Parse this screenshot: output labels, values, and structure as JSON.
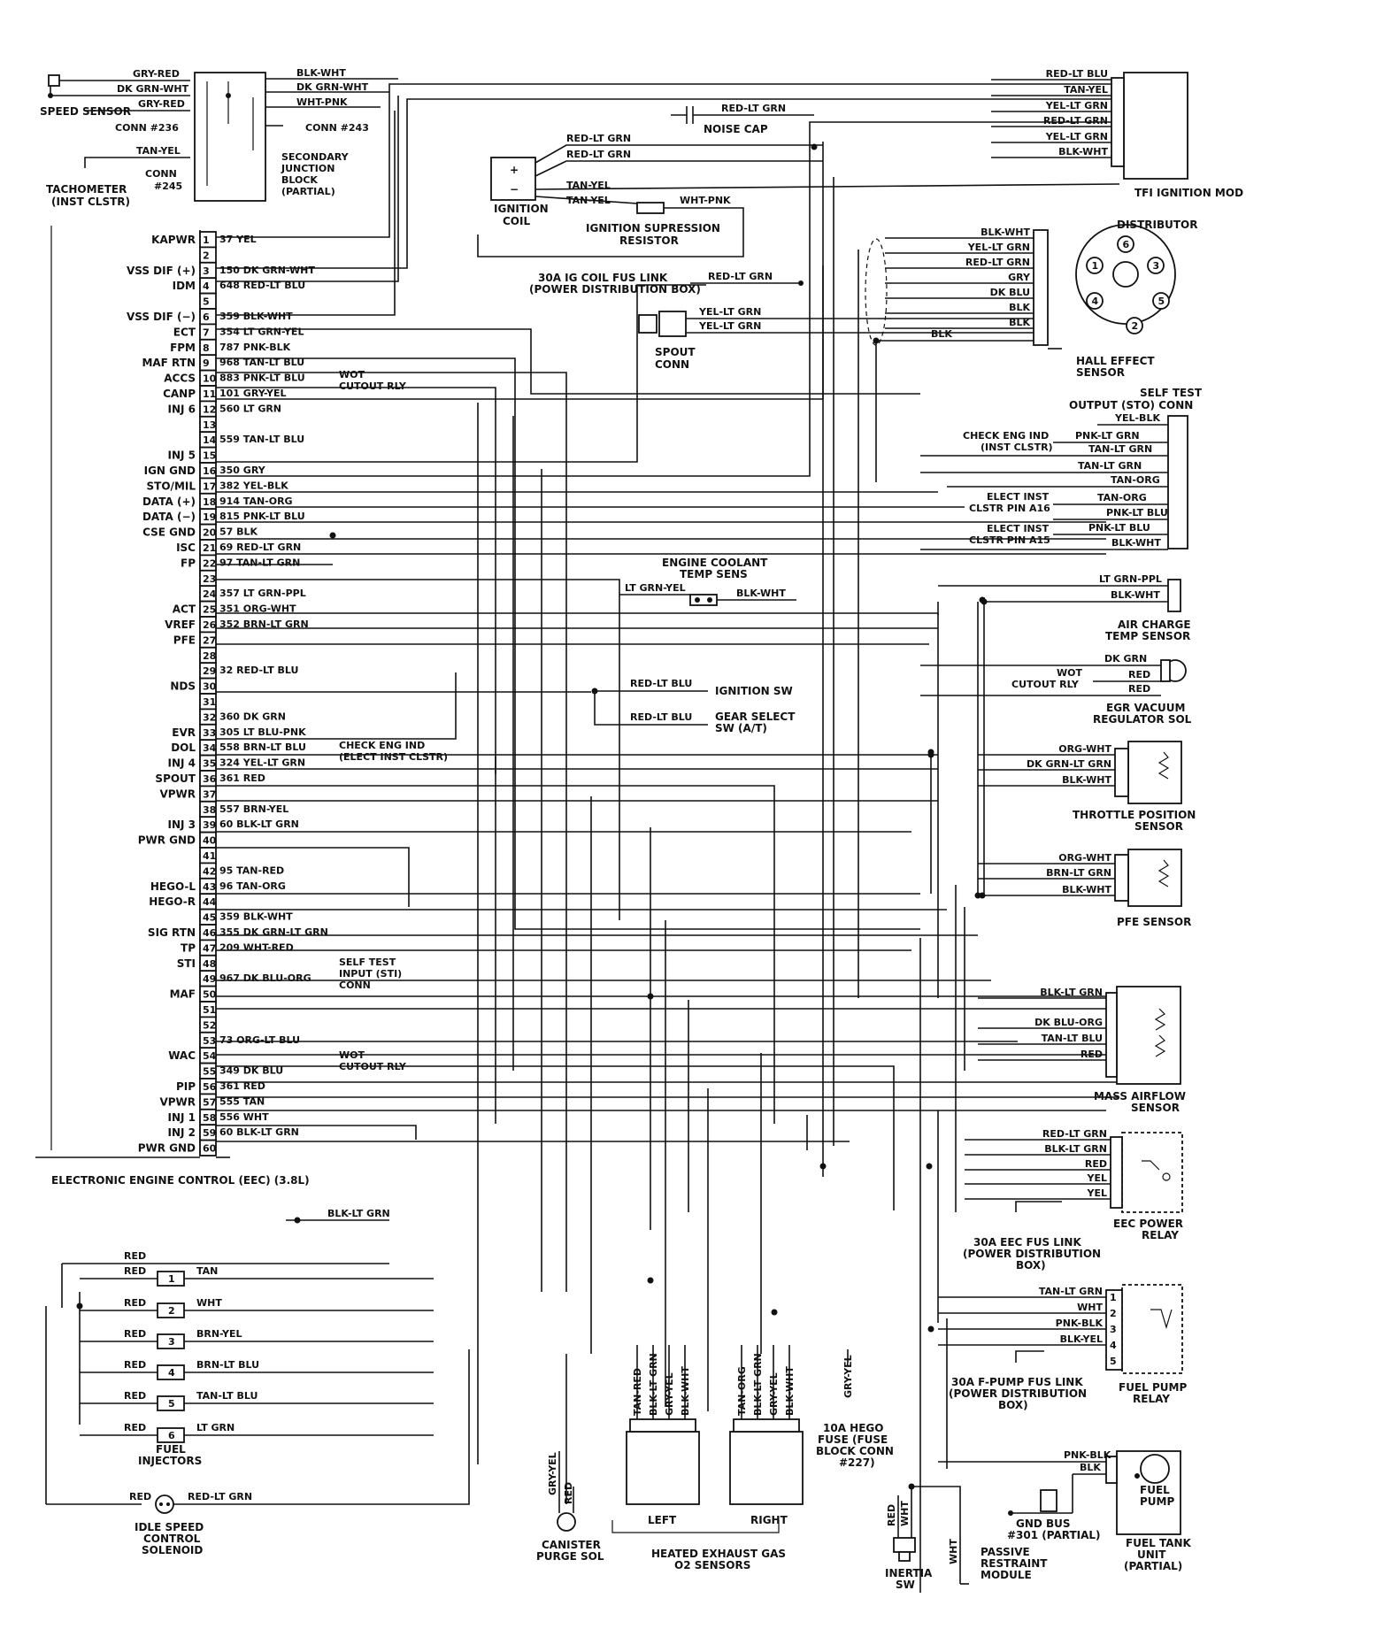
{
  "eec": {
    "title": "ELECTRONIC ENGINE CONTROL (EEC) (3.8L)",
    "pins": [
      {
        "n": "1",
        "fn": "KAPWR",
        "wire": "37 YEL"
      },
      {
        "n": "2",
        "fn": "",
        "wire": ""
      },
      {
        "n": "3",
        "fn": "VSS DIF (+)",
        "wire": "150 DK GRN-WHT"
      },
      {
        "n": "4",
        "fn": "IDM",
        "wire": "648 RED-LT BLU"
      },
      {
        "n": "5",
        "fn": "",
        "wire": ""
      },
      {
        "n": "6",
        "fn": "VSS DIF (−)",
        "wire": "359 BLK-WHT"
      },
      {
        "n": "7",
        "fn": "ECT",
        "wire": "354 LT GRN-YEL"
      },
      {
        "n": "8",
        "fn": "FPM",
        "wire": "787 PNK-BLK"
      },
      {
        "n": "9",
        "fn": "MAF RTN",
        "wire": "968 TAN-LT BLU"
      },
      {
        "n": "10",
        "fn": "ACCS",
        "wire": "883 PNK-LT BLU"
      },
      {
        "n": "11",
        "fn": "CANP",
        "wire": "101 GRY-YEL"
      },
      {
        "n": "12",
        "fn": "INJ 6",
        "wire": "560 LT GRN"
      },
      {
        "n": "13",
        "fn": "",
        "wire": ""
      },
      {
        "n": "14",
        "fn": "",
        "wire": "559 TAN-LT BLU"
      },
      {
        "n": "15",
        "fn": "INJ 5",
        "wire": ""
      },
      {
        "n": "16",
        "fn": "IGN GND",
        "wire": "350 GRY"
      },
      {
        "n": "17",
        "fn": "STO/MIL",
        "wire": "382 YEL-BLK"
      },
      {
        "n": "18",
        "fn": "DATA (+)",
        "wire": "914 TAN-ORG"
      },
      {
        "n": "19",
        "fn": "DATA (−)",
        "wire": "815 PNK-LT BLU"
      },
      {
        "n": "20",
        "fn": "CSE GND",
        "wire": "57 BLK"
      },
      {
        "n": "21",
        "fn": "ISC",
        "wire": "69 RED-LT GRN"
      },
      {
        "n": "22",
        "fn": "FP",
        "wire": "97 TAN-LT GRN"
      },
      {
        "n": "23",
        "fn": "",
        "wire": ""
      },
      {
        "n": "24",
        "fn": "",
        "wire": "357 LT GRN-PPL"
      },
      {
        "n": "25",
        "fn": "ACT",
        "wire": "351 ORG-WHT"
      },
      {
        "n": "26",
        "fn": "VREF",
        "wire": "352 BRN-LT GRN"
      },
      {
        "n": "27",
        "fn": "PFE",
        "wire": ""
      },
      {
        "n": "28",
        "fn": "",
        "wire": ""
      },
      {
        "n": "29",
        "fn": "",
        "wire": "32 RED-LT BLU"
      },
      {
        "n": "30",
        "fn": "NDS",
        "wire": ""
      },
      {
        "n": "31",
        "fn": "",
        "wire": ""
      },
      {
        "n": "32",
        "fn": "",
        "wire": "360 DK GRN"
      },
      {
        "n": "33",
        "fn": "EVR",
        "wire": "305 LT BLU-PNK"
      },
      {
        "n": "34",
        "fn": "DOL",
        "wire": "558 BRN-LT BLU"
      },
      {
        "n": "35",
        "fn": "INJ 4",
        "wire": "324 YEL-LT GRN"
      },
      {
        "n": "36",
        "fn": "SPOUT",
        "wire": "361 RED"
      },
      {
        "n": "37",
        "fn": "VPWR",
        "wire": ""
      },
      {
        "n": "38",
        "fn": "",
        "wire": "557 BRN-YEL"
      },
      {
        "n": "39",
        "fn": "INJ 3",
        "wire": "60 BLK-LT GRN"
      },
      {
        "n": "40",
        "fn": "PWR GND",
        "wire": ""
      },
      {
        "n": "41",
        "fn": "",
        "wire": ""
      },
      {
        "n": "42",
        "fn": "",
        "wire": "95 TAN-RED"
      },
      {
        "n": "43",
        "fn": "HEGO-L",
        "wire": "96 TAN-ORG"
      },
      {
        "n": "44",
        "fn": "HEGO-R",
        "wire": ""
      },
      {
        "n": "45",
        "fn": "",
        "wire": "359 BLK-WHT"
      },
      {
        "n": "46",
        "fn": "SIG RTN",
        "wire": "355 DK GRN-LT GRN"
      },
      {
        "n": "47",
        "fn": "TP",
        "wire": "209 WHT-RED"
      },
      {
        "n": "48",
        "fn": "STI",
        "wire": ""
      },
      {
        "n": "49",
        "fn": "",
        "wire": "967 DK BLU-ORG"
      },
      {
        "n": "50",
        "fn": "MAF",
        "wire": ""
      },
      {
        "n": "51",
        "fn": "",
        "wire": ""
      },
      {
        "n": "52",
        "fn": "",
        "wire": ""
      },
      {
        "n": "53",
        "fn": "",
        "wire": "73 ORG-LT BLU"
      },
      {
        "n": "54",
        "fn": "WAC",
        "wire": ""
      },
      {
        "n": "55",
        "fn": "",
        "wire": "349 DK BLU"
      },
      {
        "n": "56",
        "fn": "PIP",
        "wire": "361 RED"
      },
      {
        "n": "57",
        "fn": "VPWR",
        "wire": "555 TAN"
      },
      {
        "n": "58",
        "fn": "INJ 1",
        "wire": "556 WHT"
      },
      {
        "n": "59",
        "fn": "INJ 2",
        "wire": "60 BLK-LT GRN"
      },
      {
        "n": "60",
        "fn": "PWR GND",
        "wire": ""
      }
    ]
  },
  "top_left": {
    "speed_sensor": "SPEED SENSOR",
    "w_gry_red": "GRY-RED",
    "w_dk_grn_wht": "DK GRN-WHT",
    "w_gry_red2": "GRY-RED",
    "conn236": "CONN #236",
    "w_tan_yel": "TAN-YEL",
    "conn245": "CONN #245",
    "tachometer": "TACHOMETER (INST CLSTR)",
    "w_blk_wht": "BLK-WHT",
    "w_dk_grn_wht2": "DK GRN-WHT",
    "w_wht_pnk": "WHT-PNK",
    "conn243": "CONN #243",
    "sjb": "SECONDARY JUNCTION BLOCK (PARTIAL)",
    "wot1": "WOT CUTOUT RLY",
    "check_eng": "CHECK ENG IND (ELECT INST CLSTR)",
    "self_test_in": "SELF TEST INPUT (STI) CONN",
    "wot2": "WOT CUTOUT RLY",
    "blk_lt_grn": "BLK-LT GRN"
  },
  "ignition": {
    "noise_cap": "NOISE CAP",
    "w_red_lt_grn": "RED-LT GRN",
    "w_red_lt_grn2": "RED-LT GRN",
    "w_red_lt_grn3": "RED-LT GRN",
    "w_tan_yel": "TAN-YEL",
    "w_tan_yel2": "TAN-YEL",
    "w_wht_pnk": "WHT-PNK",
    "coil": "IGNITION COIL",
    "resistor": "IGNITION SUPRESSION RESISTOR",
    "fus_link": "30A IG COIL FUS LINK (POWER DISTRIBUTION BOX)",
    "w_fus": "RED-LT GRN",
    "spout": "SPOUT CONN",
    "w_yel1": "YEL-LT GRN",
    "w_yel2": "YEL-LT GRN"
  },
  "tfi": {
    "label": "TFI IGNITION MOD",
    "wires": [
      "RED-LT BLU",
      "TAN-YEL",
      "YEL-LT GRN",
      "RED-LT GRN",
      "YEL-LT GRN",
      "BLK-WHT"
    ]
  },
  "distributor": {
    "label": "DISTRIBUTOR",
    "wires": [
      "BLK-WHT",
      "YEL-LT GRN",
      "RED-LT GRN",
      "GRY",
      "DK BLU",
      "BLK",
      "BLK"
    ],
    "blk": "BLK",
    "hall": "HALL EFFECT SENSOR",
    "pins": [
      "1",
      "2",
      "3",
      "4",
      "5",
      "6"
    ]
  },
  "self_test_out": {
    "label": "SELF TEST OUTPUT (STO) CONN",
    "yel_blk": "YEL-BLK",
    "check_eng": "CHECK ENG IND (INST CLSTR)",
    "pnk_lt_grn": "PNK-LT GRN",
    "tan_lt_grn": "TAN-LT GRN",
    "tan_lt_grn2": "TAN-LT GRN",
    "tan_org": "TAN-ORG",
    "elect16": "ELECT INST CLSTR PIN A16",
    "tan_org2": "TAN-ORG",
    "pnk_lt_blu": "PNK-LT BLU",
    "elect15": "ELECT INST CLSTR PIN A15",
    "pnk_lt_blu2": "PNK-LT BLU",
    "blk_wht": "BLK-WHT"
  },
  "coolant": {
    "label": "ENGINE COOLANT TEMP SENS",
    "w1": "LT GRN-YEL",
    "w2": "BLK-WHT"
  },
  "act": {
    "label": "AIR CHARGE TEMP SENSOR",
    "w1": "LT GRN-PPL",
    "w2": "BLK-WHT"
  },
  "nds": {
    "w1": "RED-LT BLU",
    "ign_sw": "IGNITION SW",
    "w2": "RED-LT BLU",
    "gear": "GEAR SELECT SW (A/T)"
  },
  "egr": {
    "label": "EGR VACUUM REGULATOR SOL",
    "dk_grn": "DK GRN",
    "wot": "WOT CUTOUT RLY",
    "red1": "RED",
    "red2": "RED"
  },
  "tps": {
    "label": "THROTTLE POSITION SENSOR",
    "wires": [
      "ORG-WHT",
      "DK GRN-LT GRN",
      "BLK-WHT"
    ]
  },
  "pfe": {
    "label": "PFE SENSOR",
    "wires": [
      "ORG-WHT",
      "BRN-LT GRN",
      "BLK-WHT"
    ]
  },
  "maf": {
    "label": "MASS AIRFLOW SENSOR",
    "wires": [
      "BLK-LT GRN",
      "DK BLU-ORG",
      "TAN-LT BLU",
      "RED"
    ]
  },
  "eec_relay": {
    "label": "EEC POWER RELAY",
    "wires": [
      "RED-LT GRN",
      "BLK-LT GRN",
      "RED",
      "YEL",
      "YEL"
    ],
    "fus": "30A EEC FUS LINK (POWER DISTRIBUTION BOX)"
  },
  "fuel_relay": {
    "label": "FUEL PUMP RELAY",
    "wires": [
      "TAN-LT GRN",
      "WHT",
      "PNK-BLK",
      "BLK-YEL"
    ],
    "pins": [
      "1",
      "2",
      "3",
      "4",
      "5"
    ],
    "fus": "30A F-PUMP FUS LINK (POWER DISTRIBUTION BOX)"
  },
  "fuel_pump": {
    "label": "FUEL PUMP",
    "tank": "FUEL TANK UNIT (PARTIAL)",
    "w1": "PNK-BLK",
    "w2": "BLK",
    "gnd": "GND BUS #301 (PARTIAL)"
  },
  "injectors": {
    "label": "FUEL INJECTORS",
    "red_top": "RED",
    "items": [
      {
        "n": "1",
        "red": "RED",
        "wire": "TAN"
      },
      {
        "n": "2",
        "red": "RED",
        "wire": "WHT"
      },
      {
        "n": "3",
        "red": "RED",
        "wire": "BRN-YEL"
      },
      {
        "n": "4",
        "red": "RED",
        "wire": "BRN-LT BLU"
      },
      {
        "n": "5",
        "red": "RED",
        "wire": "TAN-LT BLU"
      },
      {
        "n": "6",
        "red": "RED",
        "wire": "LT GRN"
      }
    ]
  },
  "isc": {
    "label": "IDLE SPEED CONTROL SOLENOID",
    "w1": "RED",
    "w2": "RED-LT GRN"
  },
  "canister": {
    "label": "CANISTER PURGE SOL",
    "w1": "GRY-YEL",
    "w2": "RED"
  },
  "hego": {
    "label": "HEATED EXHAUST GAS O2 SENSORS",
    "left": "LEFT",
    "right": "RIGHT",
    "left_wires": [
      "TAN-RED",
      "BLK-LT GRN",
      "GRY-YEL",
      "BLK-WHT"
    ],
    "right_wires": [
      "TAN-ORG",
      "BLK-LT GRN",
      "GRY-YEL",
      "BLK-WHT"
    ],
    "fuse_wire": "GRY-YEL",
    "fuse": "10A HEGO FUSE (FUSE BLOCK CONN #227)"
  },
  "inertia": {
    "label": "INERTIA SW",
    "w1": "RED",
    "w2": "WHT",
    "w3": "WHT",
    "passive": "PASSIVE RESTRAINT MODULE"
  }
}
